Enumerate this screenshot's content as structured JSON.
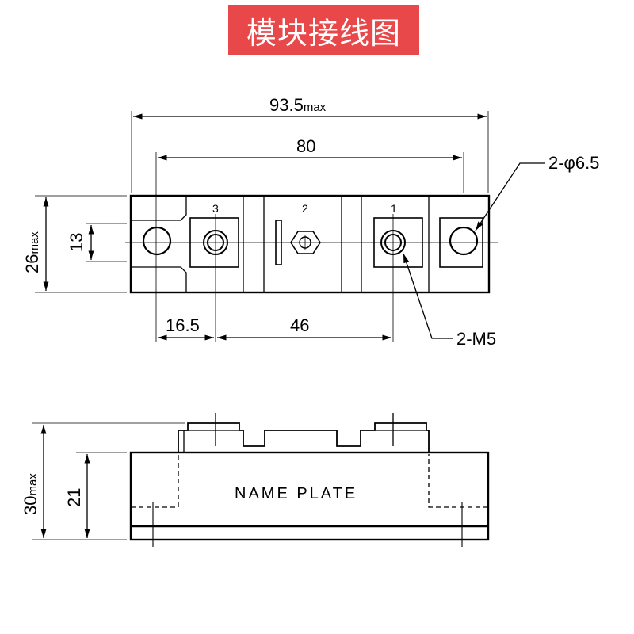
{
  "title": "模块接线图",
  "top_view": {
    "overall_width": "93.5",
    "overall_width_suffix": "max",
    "hole_spacing": "80",
    "height": "26",
    "height_suffix": "max",
    "inner_height": "13",
    "offset_left": "16.5",
    "terminal_spacing": "46",
    "mounting_hole_label": "2-φ6.5",
    "screw_label": "2-M5",
    "pins": [
      "3",
      "2",
      "1"
    ]
  },
  "side_view": {
    "total_height": "30",
    "total_height_suffix": "max",
    "body_height": "21",
    "plate_label": "NAME PLATE"
  },
  "colors": {
    "title_bg": "#e8484a",
    "title_fg": "#ffffff",
    "line": "#000000"
  }
}
